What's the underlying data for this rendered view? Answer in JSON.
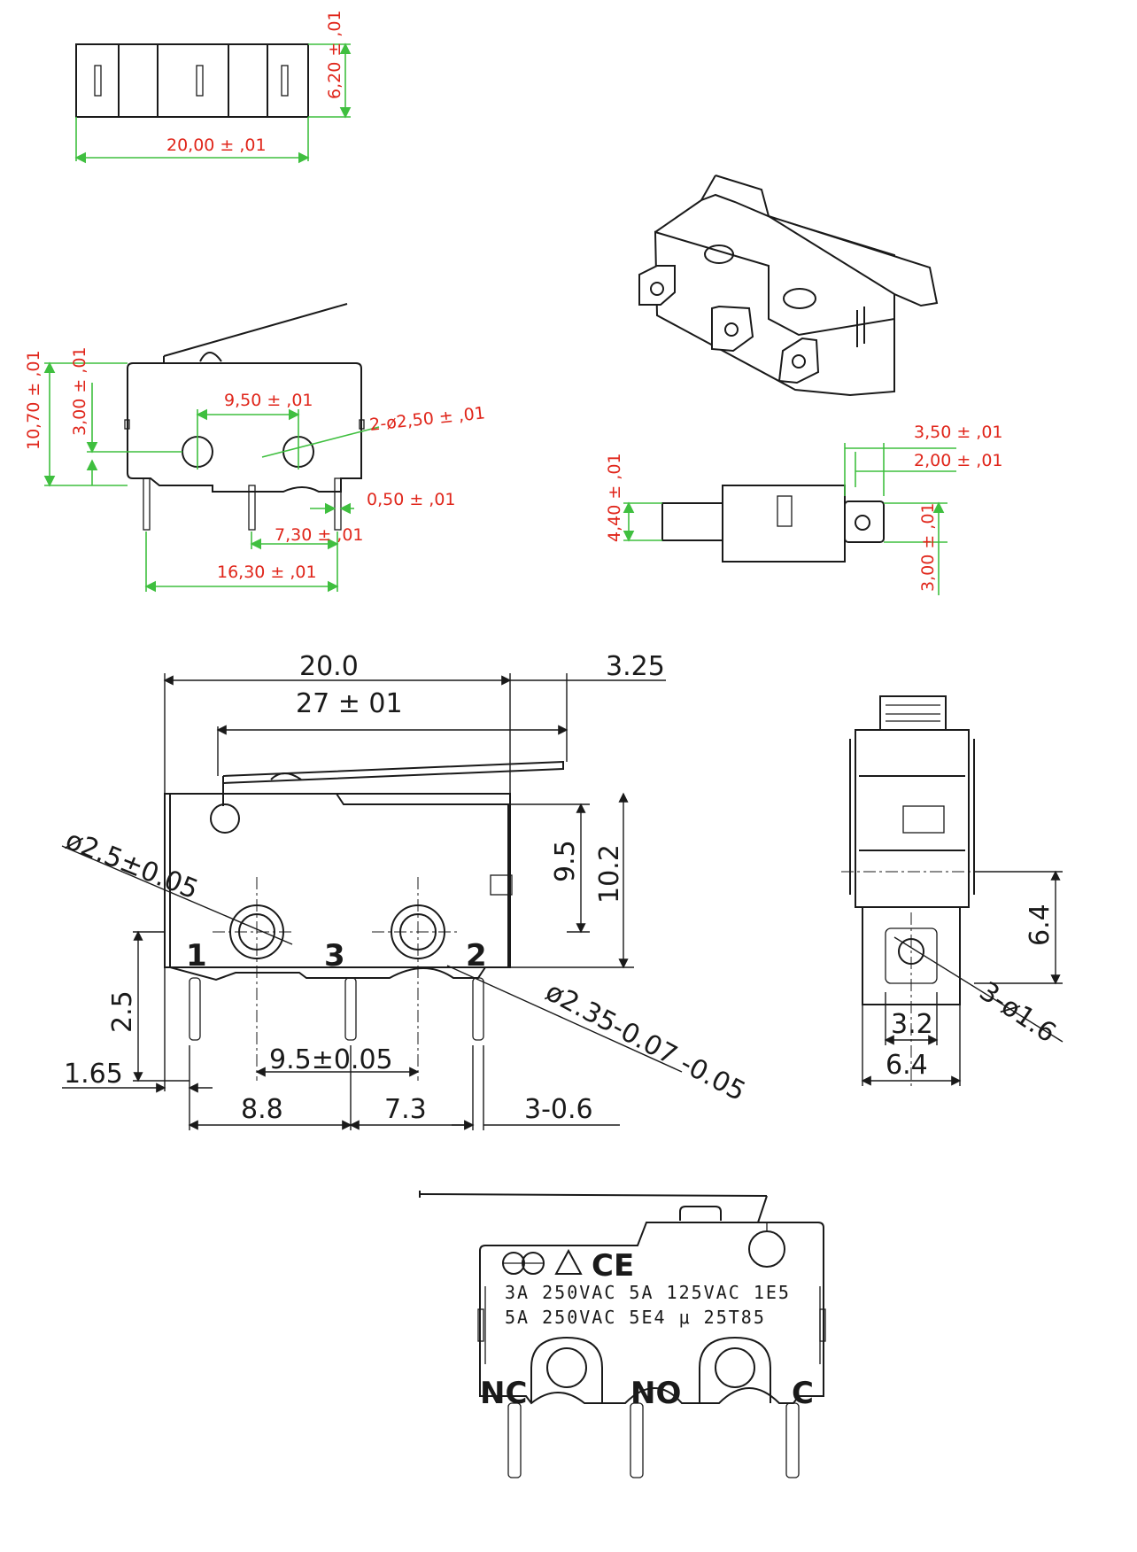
{
  "top_views": {
    "top_width": "20,00 ± ,01",
    "top_height": "6,20 ± ,01",
    "side_total_height": "10,70 ± ,01",
    "side_hole_height": "3,00 ± ,01",
    "side_hole_spacing": "9,50 ± ,01",
    "side_hole_dia": "2-ø2,50 ± ,01",
    "side_pin_thk": "0,50 ± ,01",
    "side_pin_spacing_2": "7,30 ± ,01",
    "side_pin_span": "16,30 ± ,01",
    "end_width": "4,40 ± ,01",
    "end_tab_1": "3,50 ± ,01",
    "end_tab_2": "2,00 ± ,01",
    "end_tab_h": "3,00 ± ,01"
  },
  "main_view": {
    "body_length": "20.0",
    "overhang": "3.25",
    "lever_length": "27 ± 01",
    "hole_dia": "ø2.5±0.05",
    "hole_height": "9.5",
    "body_height": "10.2",
    "pin_dia": "ø2.35-0.07 -0.05",
    "pin_height": "2.5",
    "pin_offset": "1.65",
    "hole_spacing": "9.5±0.05",
    "pin_spacing_1": "8.8",
    "pin_spacing_2": "7.3",
    "pin_thk": "3-0.6",
    "pin_label_1": "1",
    "pin_label_3": "3",
    "pin_label_2": "2"
  },
  "end_view": {
    "height_64": "6.4",
    "width_32": "3.2",
    "width_64": "6.4",
    "hole": "3-ø1.6"
  },
  "label_view": {
    "rating_line_1": "3A 250VAC 5A 125VAC 1E5",
    "rating_line_2": "5A 250VAC 5E4 μ 25T85",
    "term_nc": "NC",
    "term_no": "NO",
    "term_c": "C",
    "ce_mark": "CE"
  }
}
